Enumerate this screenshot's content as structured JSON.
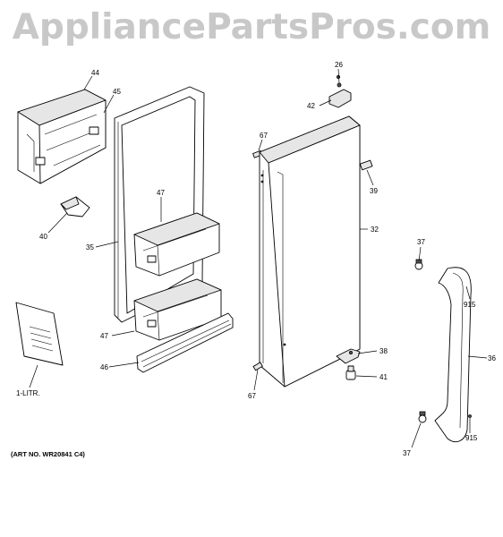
{
  "watermark": "AppliancePartsPros.com",
  "art_number": "(ART NO. WR20841 C4)",
  "callouts": {
    "c44": "44",
    "c45": "45",
    "c40": "40",
    "c35": "35",
    "c47a": "47",
    "c47b": "47",
    "c46": "46",
    "c1litr": "1-LITR.",
    "c26": "26",
    "c42": "42",
    "c67a": "67",
    "c39": "39",
    "c32": "32",
    "c38": "38",
    "c41": "41",
    "c67b": "67",
    "c37a": "37",
    "c915a": "915",
    "c36": "36",
    "c915b": "915",
    "c37b": "37"
  }
}
